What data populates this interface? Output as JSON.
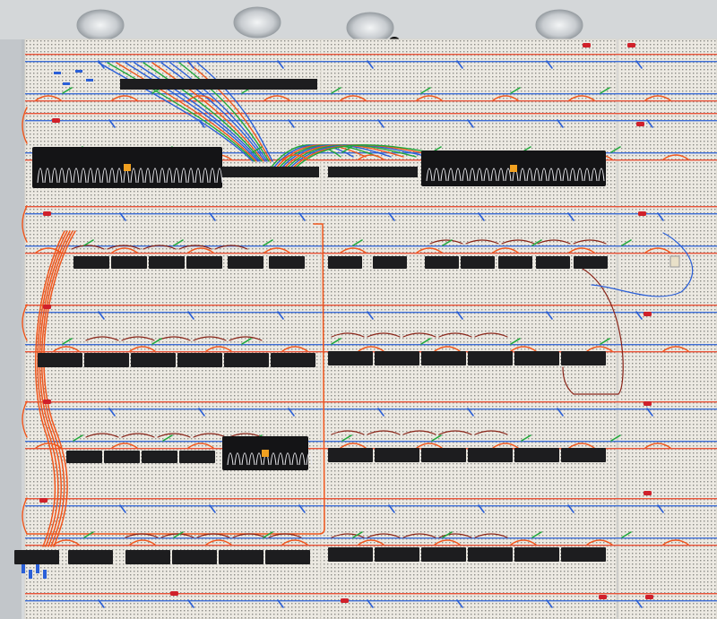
{
  "scene": {
    "subject": "breadboard-computer",
    "colors": {
      "aluminum": "#c9cdd0",
      "aluminum_dark": "#a9aeb2",
      "board": "#ece9e2",
      "hole": "#8b8b86",
      "rail_red": "#e8543a",
      "rail_blue": "#3f6fd6",
      "wire_orange": "#f0561c",
      "wire_blue": "#2a5fd8",
      "wire_green": "#1fa83a",
      "wire_darkred": "#8a2418",
      "wire_pink": "#e7a6a6",
      "chip_black": "#1d1d1f",
      "led_red": "#d0202a"
    },
    "panels": [
      {
        "id": "panel-left",
        "cols": 3
      },
      {
        "id": "panel-mid",
        "cols": 3
      },
      {
        "id": "panel-right",
        "cols": 1
      }
    ],
    "chip_rows": [
      {
        "chips": 6,
        "kind": "dip-small"
      },
      {
        "chips": 6,
        "kind": "dip-small"
      },
      {
        "chips": 6,
        "kind": "dip"
      },
      {
        "chips": 6,
        "kind": "dip"
      },
      {
        "chips": 4,
        "kind": "dip"
      },
      {
        "chips": 5,
        "kind": "dip"
      },
      {
        "chips": 6,
        "kind": "dip"
      },
      {
        "chips": 6,
        "kind": "dip"
      }
    ],
    "display_modules": 3,
    "panel_holes": 4,
    "leds": 14
  }
}
